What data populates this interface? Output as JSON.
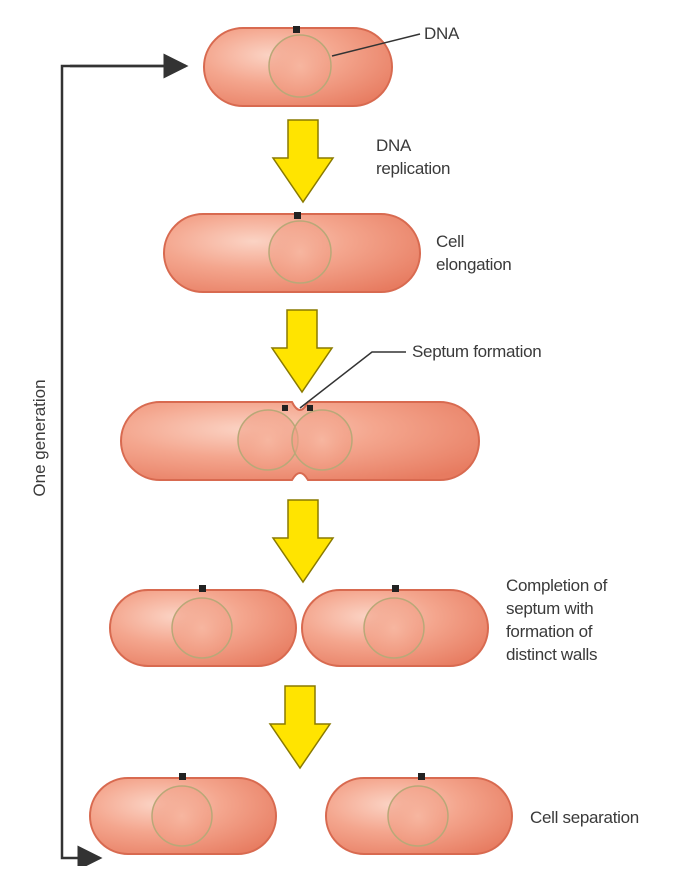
{
  "labels": {
    "dna": "DNA",
    "dna_replication_1": "DNA",
    "dna_replication_2": "replication",
    "cell_elongation_1": "Cell",
    "cell_elongation_2": "elongation",
    "septum_formation": "Septum formation",
    "completion_1": "Completion of",
    "completion_2": "septum with",
    "completion_3": "formation of",
    "completion_4": "distinct walls",
    "cell_separation": "Cell separation",
    "one_generation": "One generation"
  },
  "colors": {
    "cell_fill": "#f0957a",
    "cell_edge": "#d86a50",
    "cell_highlight": "#fbd3c4",
    "arrow_fill": "#ffe400",
    "arrow_edge": "#8a7a00",
    "nucleoid_ring": "#b9a878",
    "dna_dot": "#222222",
    "line": "#333333"
  }
}
